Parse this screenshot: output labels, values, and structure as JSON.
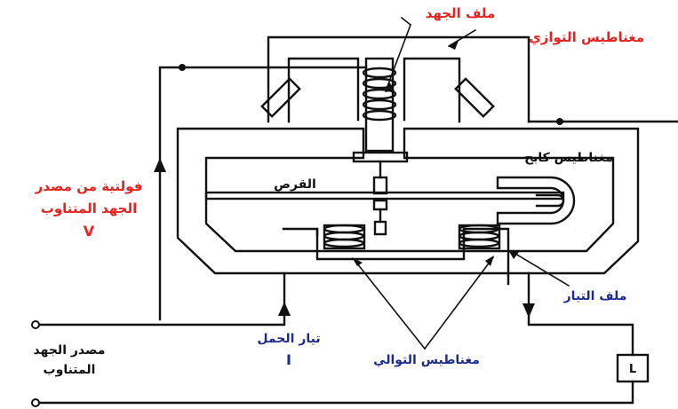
{
  "labels": {
    "voltage_coil": "ملف الجهد",
    "shunt_magnet": "مغناطيس التوازي",
    "brake_magnet": "مغناطيس كابح",
    "disc": "القرص",
    "supply_voltage_line1": "فولتية من مصدر",
    "supply_voltage_line2": "الجهد المتناوب",
    "voltage_symbol": "V",
    "current_coil": "ملف التيار",
    "load_current": "تيار الحمل",
    "current_symbol": "I",
    "series_magnet": "مغناطيس التوالي",
    "ac_source_line1": "مصدر الجهد",
    "ac_source_line2": "المتناوب",
    "load": "L"
  },
  "colors": {
    "red_label": "#e8221f",
    "blue_label": "#1d2b8f",
    "line": "#111111"
  }
}
